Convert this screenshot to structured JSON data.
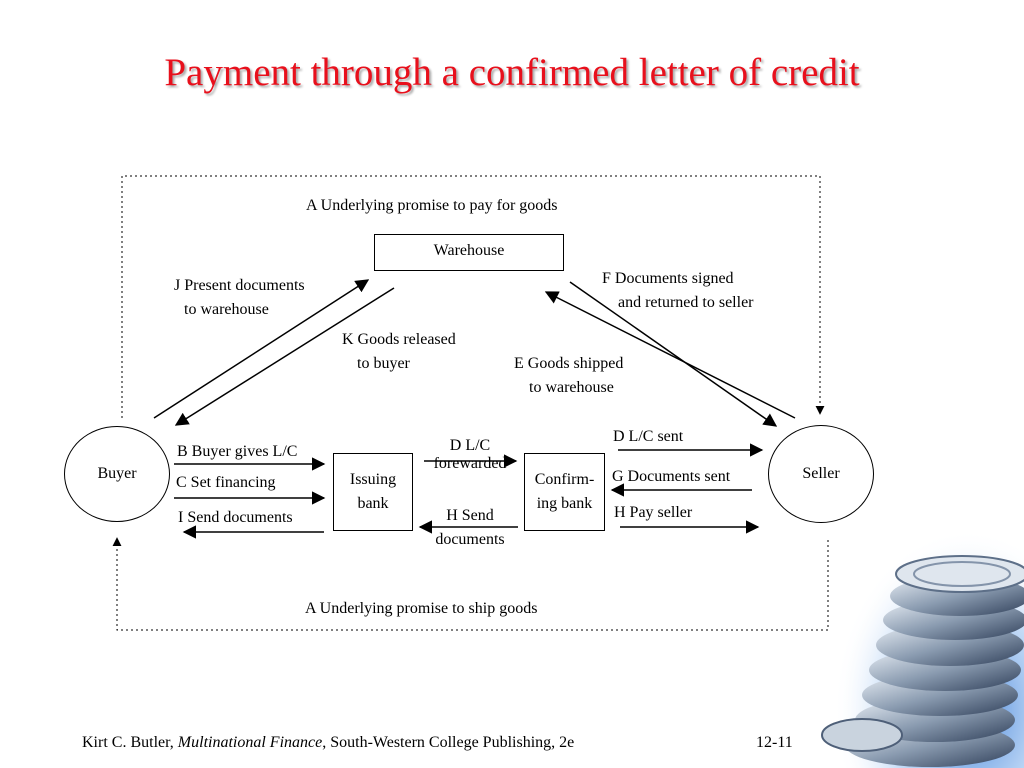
{
  "title": "Payment through a confirmed letter of credit",
  "nodes": {
    "buyer": "Buyer",
    "seller": "Seller",
    "warehouse": "Warehouse",
    "issuing_bank": [
      "Issuing",
      "bank"
    ],
    "confirming_bank": [
      "Confirm-",
      "ing bank"
    ]
  },
  "labels": {
    "a_top": "A Underlying promise to pay for goods",
    "a_bottom": "A Underlying promise to ship goods",
    "j": [
      "J Present documents",
      "to warehouse"
    ],
    "k": [
      "K Goods released",
      "to buyer"
    ],
    "f": [
      "F Documents signed",
      "and returned to seller"
    ],
    "e": [
      "E Goods shipped",
      "to warehouse"
    ],
    "b": "B Buyer gives L/C",
    "c": "C Set financing",
    "i": "I Send documents",
    "d_mid": [
      "D L/C",
      "forewarded"
    ],
    "h_mid": [
      "H Send",
      "documents"
    ],
    "d_sent": "D L/C sent",
    "g": "G Documents sent",
    "h_pay": "H Pay seller"
  },
  "footer": {
    "author": "Kirt C. Butler, ",
    "book": "Multinational Finance",
    "publisher": ", South-Western College Publishing, 2e",
    "page": "12-11"
  }
}
